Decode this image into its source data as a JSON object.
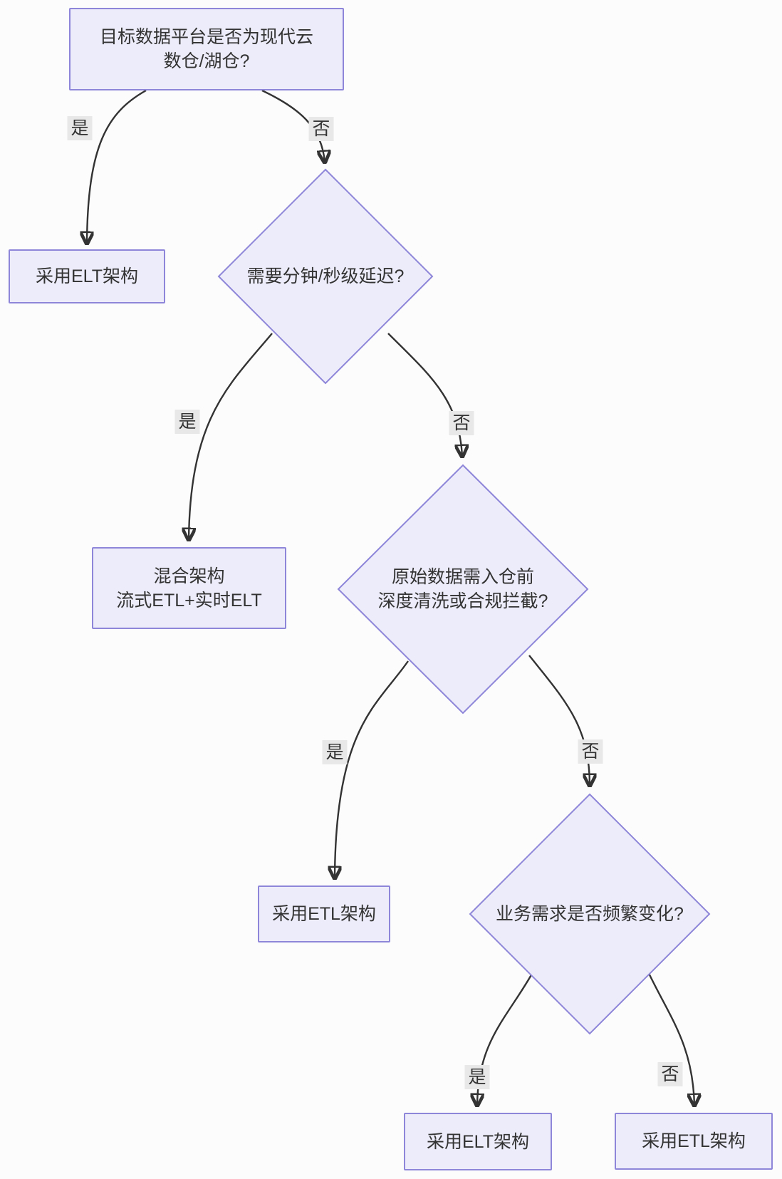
{
  "colors": {
    "background": "#fcfcfc",
    "node_fill": "#ececfa",
    "node_border": "#8e86d9",
    "edge_line": "#333333",
    "edge_label_bg": "#e8e8e8",
    "text": "#333333"
  },
  "nodes": {
    "A": {
      "shape": "rect",
      "lines": [
        "目标数据平台是否为现代云",
        "数仓/湖仓?"
      ]
    },
    "B": {
      "shape": "rect",
      "lines": [
        "采用ELT架构"
      ]
    },
    "C": {
      "shape": "diamond",
      "lines": [
        "需要分钟/秒级延迟?"
      ]
    },
    "D": {
      "shape": "rect",
      "lines": [
        "混合架构",
        "流式ETL+实时ELT"
      ]
    },
    "E": {
      "shape": "diamond",
      "lines": [
        "原始数据需入仓前",
        "深度清洗或合规拦截?"
      ]
    },
    "F": {
      "shape": "rect",
      "lines": [
        "采用ETL架构"
      ]
    },
    "G": {
      "shape": "diamond",
      "lines": [
        "业务需求是否频繁变化?"
      ]
    },
    "H": {
      "shape": "rect",
      "lines": [
        "采用ELT架构"
      ]
    },
    "I": {
      "shape": "rect",
      "lines": [
        "采用ETL架构"
      ]
    }
  },
  "edges": [
    {
      "from": "A",
      "to": "B",
      "label": "是"
    },
    {
      "from": "A",
      "to": "C",
      "label": "否"
    },
    {
      "from": "C",
      "to": "D",
      "label": "是"
    },
    {
      "from": "C",
      "to": "E",
      "label": "否"
    },
    {
      "from": "E",
      "to": "F",
      "label": "是"
    },
    {
      "from": "E",
      "to": "G",
      "label": "否"
    },
    {
      "from": "G",
      "to": "H",
      "label": "是"
    },
    {
      "from": "G",
      "to": "I",
      "label": "否"
    }
  ]
}
